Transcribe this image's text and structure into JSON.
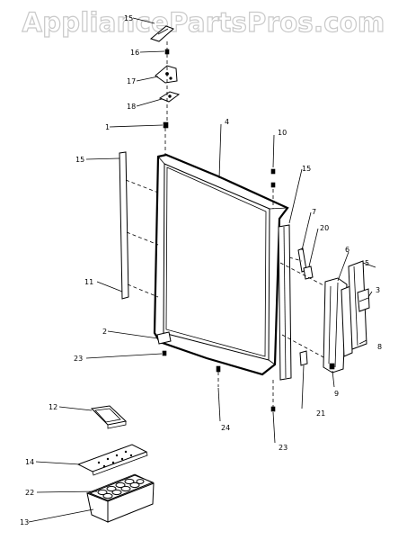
{
  "watermark": "AppliancePartsPros.com",
  "callouts": {
    "c1": "1",
    "c2": "2",
    "c3": "3",
    "c4": "4",
    "c5": "5",
    "c6": "6",
    "c7": "7",
    "c8": "8",
    "c9": "9",
    "c10": "10",
    "c11": "11",
    "c12": "12",
    "c13": "13",
    "c14": "14",
    "c15a": "15",
    "c15b": "15",
    "c15c": "15",
    "c16": "16",
    "c17": "17",
    "c18": "18",
    "c20": "20",
    "c21": "21",
    "c22": "22",
    "c23a": "23",
    "c23b": "23",
    "c24": "24"
  }
}
